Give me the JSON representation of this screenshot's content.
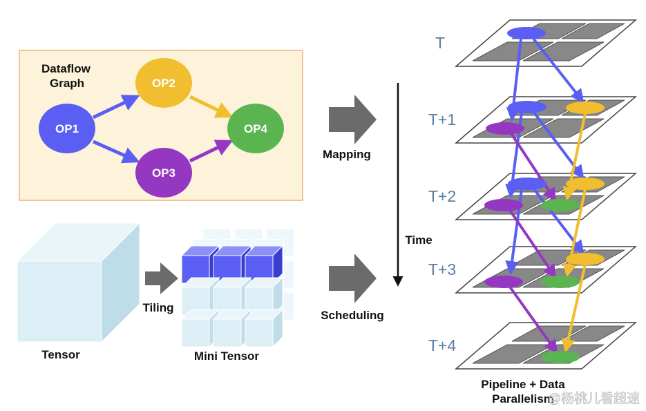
{
  "dataflow": {
    "title_line1": "Dataflow",
    "title_line2": "Graph",
    "nodes": [
      {
        "id": "op1",
        "label": "OP1",
        "color": "#5a5ef2"
      },
      {
        "id": "op2",
        "label": "OP2",
        "color": "#f0be2e"
      },
      {
        "id": "op3",
        "label": "OP3",
        "color": "#9438c2"
      },
      {
        "id": "op4",
        "label": "OP4",
        "color": "#5ab550"
      }
    ],
    "box_fill": "#fdf3da",
    "box_border": "#f0b27a"
  },
  "tensor": {
    "tensor_label": "Tensor",
    "mini_label": "Mini Tensor",
    "tiling_label": "Tiling",
    "cube_color": "#dceef6",
    "highlight_color": "#5a5ef2"
  },
  "arrows": {
    "mapping_label": "Mapping",
    "scheduling_label": "Scheduling",
    "time_label": "Time"
  },
  "pipeline": {
    "time_steps": [
      "T",
      "T+1",
      "T+2",
      "T+3",
      "T+4"
    ],
    "caption_line1": "Pipeline + Data",
    "caption_line2": "Parallelism",
    "label_color": "#5b7fa6"
  },
  "watermark": "@杨桃儿看超速"
}
